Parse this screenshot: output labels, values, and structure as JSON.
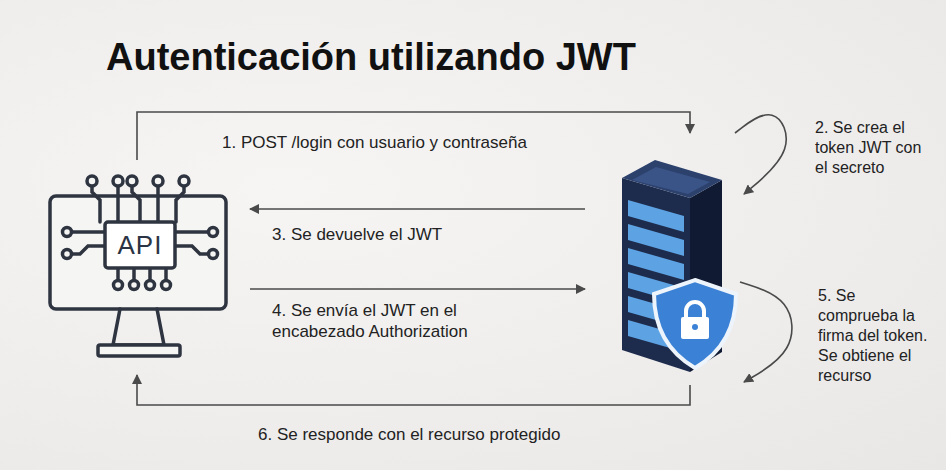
{
  "diagram": {
    "title": "Autenticación utilizando JWT",
    "nodes": [
      {
        "text": [
          "API"
        ]
      },
      {
        "text": []
      }
    ],
    "edges": [
      {
        "from": 0,
        "to": 1,
        "arrow": "to",
        "label": "1. POST /login con usuario y contraseña"
      },
      {
        "from": 1,
        "to": 1,
        "arrow": "to",
        "label": "2. Se crea el token JWT con el secreto"
      },
      {
        "from": 1,
        "to": 0,
        "arrow": "to",
        "label": "3. Se devuelve el JWT"
      },
      {
        "from": 0,
        "to": 1,
        "arrow": "to",
        "label": "4. Se envía el JWT en el encabezado Authorization"
      },
      {
        "from": 1,
        "to": 1,
        "arrow": "to",
        "label": "5. Se comprueba la firma del token. Se obtiene el recurso"
      },
      {
        "from": 1,
        "to": 0,
        "arrow": "to",
        "label": "6. Se responde con el recurso protegido"
      }
    ]
  }
}
